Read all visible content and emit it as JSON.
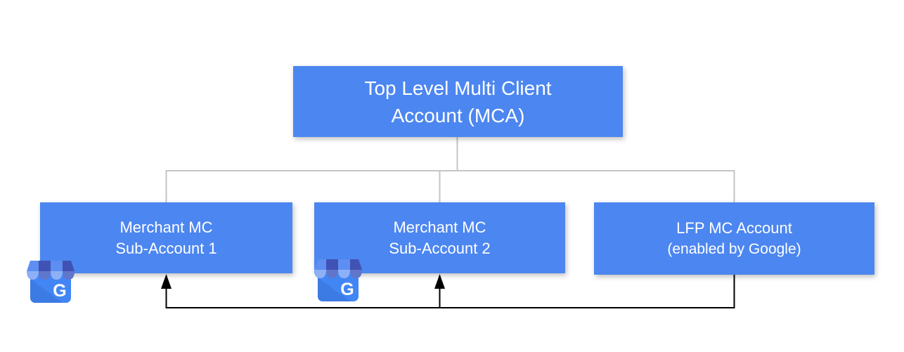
{
  "colors": {
    "node_fill": "#4c86f0",
    "node_text": "#ffffff",
    "tree_line": "#c5c5c5",
    "arrow_line": "#000000",
    "icon_body": "#4285f4",
    "icon_awning_light": "#5e8ef2",
    "icon_awning_dark": "#4053b4",
    "icon_scallop_light": "#8db0f6",
    "icon_scallop_dark": "#6076cb",
    "icon_letter": "#ffffff"
  },
  "nodes": {
    "mca": {
      "line1": "Top Level Multi Client",
      "line2": "Account (MCA)"
    },
    "sub1": {
      "line1": "Merchant MC",
      "line2": "Sub-Account 1"
    },
    "sub2": {
      "line1": "Merchant MC",
      "line2": "Sub-Account 2"
    },
    "lfp": {
      "line1": "LFP MC Account",
      "line2": "(enabled by Google)"
    }
  },
  "icons": {
    "business_profile_letter": "G"
  }
}
